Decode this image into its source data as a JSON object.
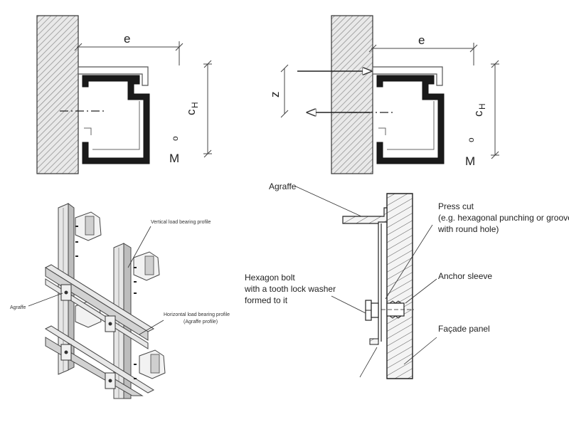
{
  "top_left": {
    "dim_width": "e",
    "dim_height": "c",
    "dim_height_sub": "H",
    "moment_symbol": "M",
    "moment_sub": "o"
  },
  "top_right": {
    "dim_width": "e",
    "dim_offset": "z",
    "dim_height": "c",
    "dim_height_sub": "H",
    "moment_symbol": "M",
    "moment_sub": "o"
  },
  "bottom_left": {
    "vertical_profile_label": "Vertical load bearing profile",
    "agraffe_label": "Agraffe",
    "horizontal_profile_label_1": "Horizontal load bearing profile",
    "horizontal_profile_label_2": "(Agraffe profile)"
  },
  "bottom_right": {
    "agraffe_label": "Agraffe",
    "press_cut_line1": "Press cut",
    "press_cut_line2": "(e.g. hexagonal punching or groove",
    "press_cut_line3": "with round hole)",
    "bolt_line1": "Hexagon bolt",
    "bolt_line2": "with a tooth lock washer",
    "bolt_line3": "formed to it",
    "anchor_label": "Anchor sleeve",
    "panel_label": "Façade panel"
  }
}
